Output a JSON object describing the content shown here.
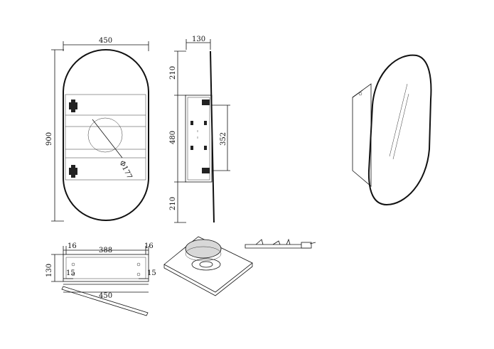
{
  "front_view": {
    "width_label": "450",
    "height_label": "900",
    "diameter_label": "Φ177"
  },
  "side_view": {
    "depth_label": "130",
    "top_label": "210",
    "middle_label": "480",
    "bottom_label": "210",
    "inner_label": "352"
  },
  "bottom_view": {
    "left_margin_label": "16",
    "inner_width_label": "388",
    "right_margin_label": "16",
    "depth_label": "130",
    "left_inset_label": "15",
    "right_inset_label": "15",
    "overall_width_label": "450"
  }
}
